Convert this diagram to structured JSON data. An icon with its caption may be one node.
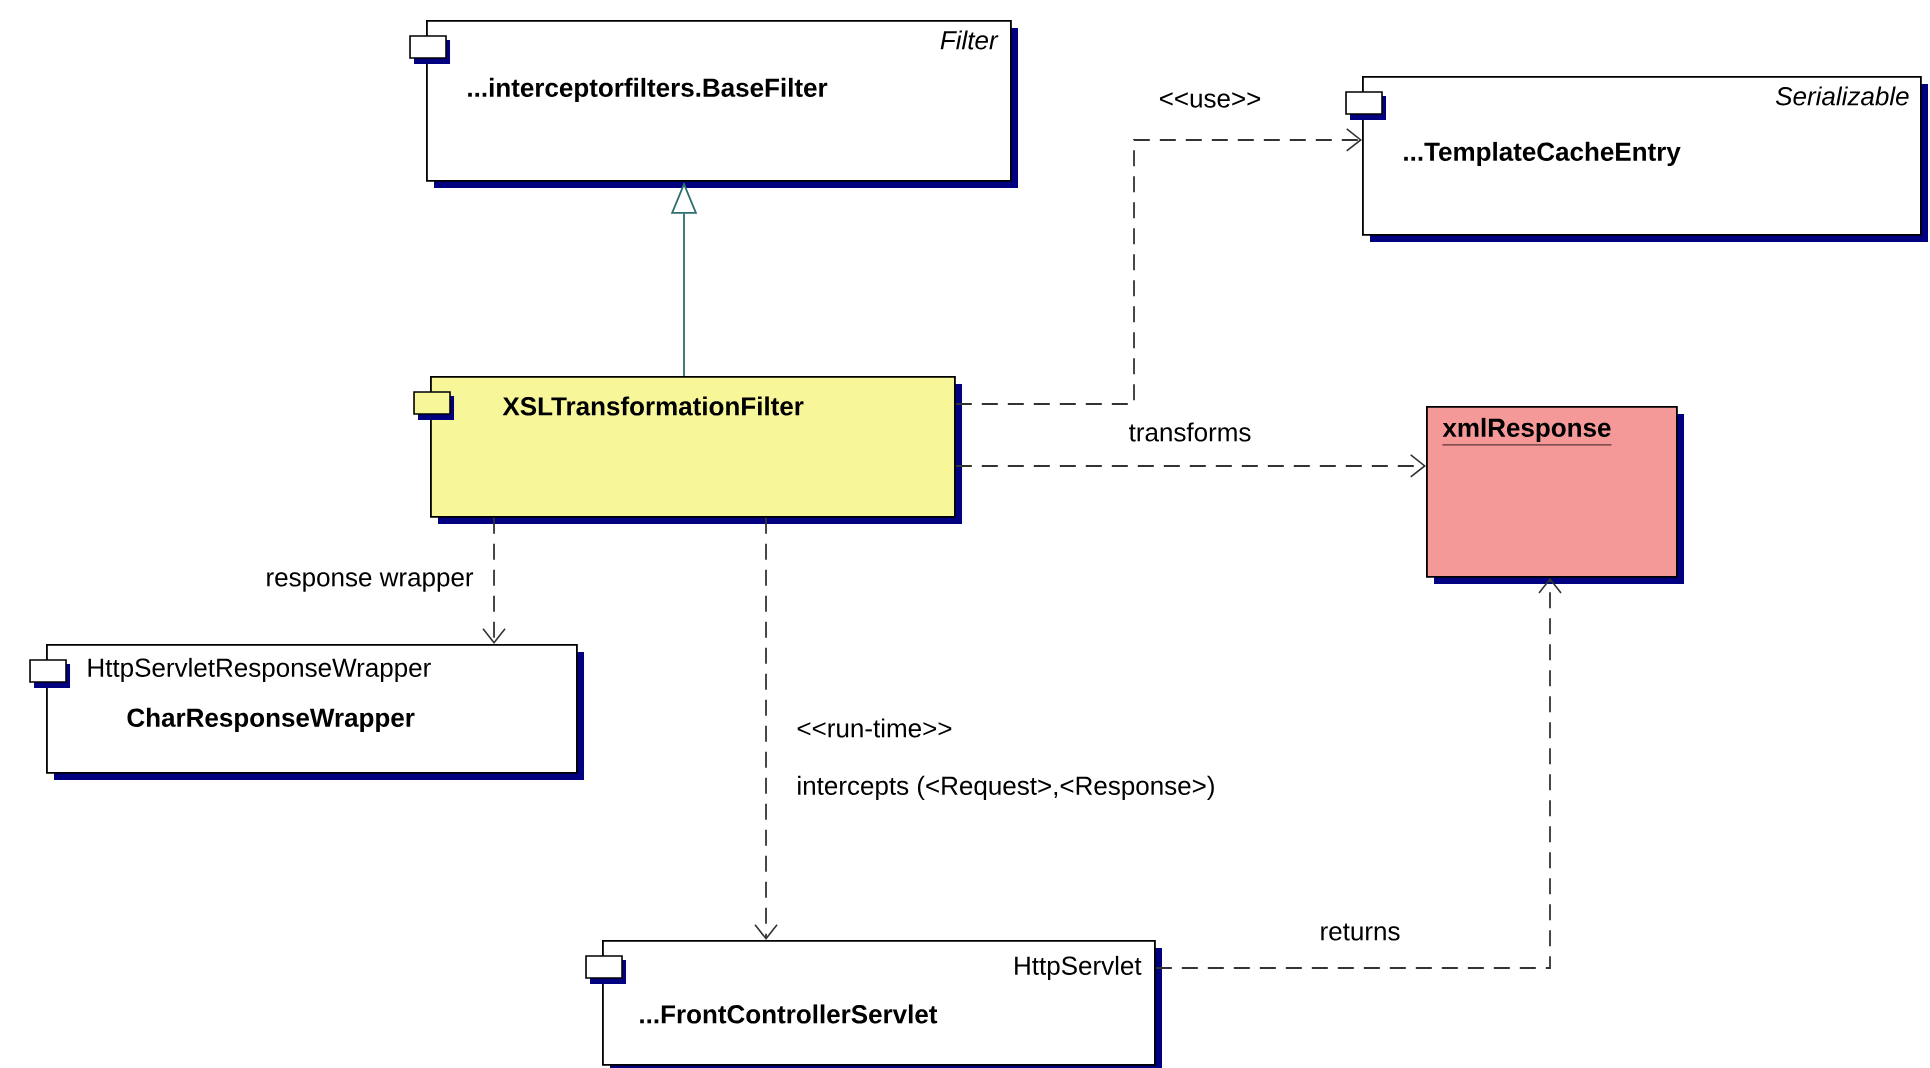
{
  "diagram": {
    "nodes": [
      {
        "text": [
          "Filter",
          "...interceptorfilters.BaseFilter"
        ]
      },
      {
        "text": [
          "Serializable",
          "...TemplateCacheEntry"
        ]
      },
      {
        "text": [
          "XSLTransformationFilter"
        ]
      },
      {
        "text": [
          "xmlResponse"
        ]
      },
      {
        "text": [
          "HttpServletResponseWrapper",
          "CharResponseWrapper"
        ]
      },
      {
        "text": [
          "HttpServlet",
          "...FrontControllerServlet"
        ]
      }
    ],
    "edges": [
      {
        "from": 2,
        "to": 0,
        "arrow": "to",
        "color": "#2f6f6f"
      },
      {
        "from": 2,
        "to": 1,
        "arrow": "to",
        "style": "dashed",
        "label": "<<use>>"
      },
      {
        "from": 2,
        "to": 3,
        "arrow": "to",
        "style": "dashed",
        "label": "transforms"
      },
      {
        "from": 2,
        "to": 4,
        "arrow": "to",
        "style": "dashed",
        "label": "response wrapper"
      },
      {
        "from": 2,
        "to": 5,
        "arrow": "to",
        "style": "dashed",
        "label": "intercepts (<Request>,<Response>)"
      },
      {
        "from": 5,
        "to": 3,
        "arrow": "to",
        "style": "dashed",
        "label": "returns"
      }
    ],
    "labels": [
      "<<run-time>>"
    ]
  }
}
